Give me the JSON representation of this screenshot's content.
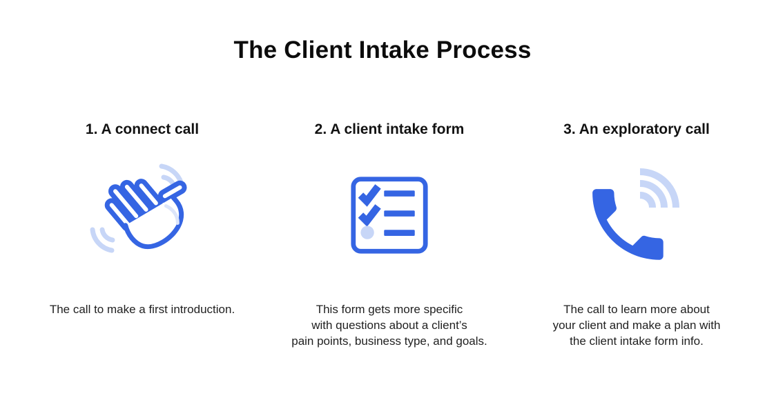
{
  "title": "The Client Intake Process",
  "accent": {
    "blue": "#3565E3",
    "light_blue": "#C7D6F7",
    "text_black": "#0c0c0c",
    "text_body": "#1f1f1f"
  },
  "steps": [
    {
      "heading": "1. A connect call",
      "icon": "waving-hand-icon",
      "description": "The call to make a first introduction."
    },
    {
      "heading": "2. A client intake form",
      "icon": "checklist-icon",
      "description": "This form gets more specific\nwith questions about a client’s\npain points, business type, and goals."
    },
    {
      "heading": "3. An exploratory call",
      "icon": "phone-call-icon",
      "description": "The call to learn more about\nyour client and make a plan with\nthe client intake form info."
    }
  ]
}
